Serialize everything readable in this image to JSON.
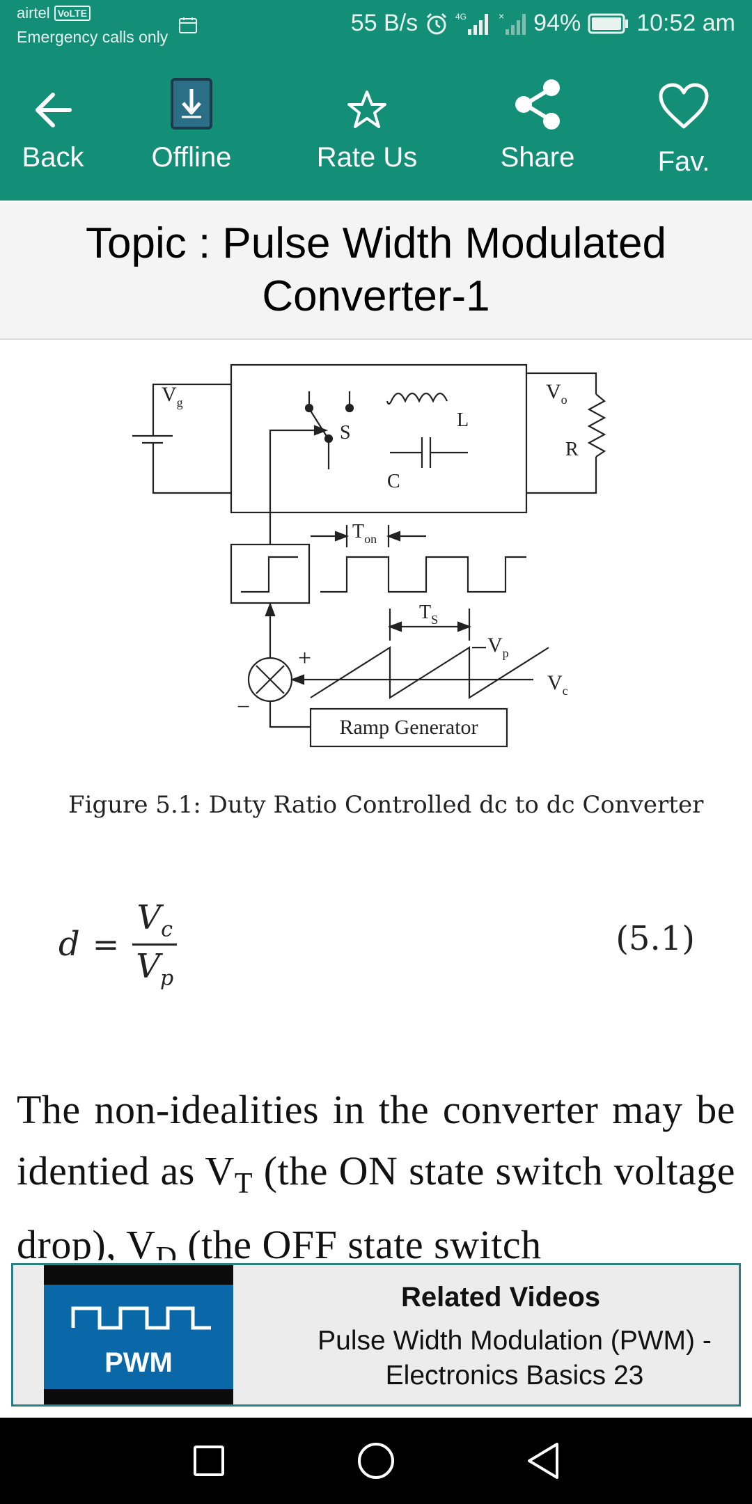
{
  "status_bar": {
    "carrier": "airtel",
    "volte_badge": "VoLTE",
    "emergency_text": "Emergency calls only",
    "network_speed": "55 B/s",
    "network_type": "4G",
    "battery": "94%",
    "time": "10:52 am",
    "icons": [
      "sim-card-icon",
      "alarm-icon",
      "signal-icon",
      "no-signal-icon",
      "battery-icon"
    ]
  },
  "toolbar": {
    "buttons": [
      {
        "label": "Back",
        "icon": "back-arrow-icon"
      },
      {
        "label": "Offline",
        "icon": "download-icon"
      },
      {
        "label": "Rate Us",
        "icon": "star-icon"
      },
      {
        "label": "Share",
        "icon": "share-icon"
      },
      {
        "label": "Fav.",
        "icon": "heart-icon"
      }
    ],
    "background_color": "#128f76"
  },
  "topic": {
    "title": "Topic : Pulse Width Modulated Converter-1"
  },
  "content": {
    "diagram": {
      "labels": {
        "vg_base": "V",
        "vg_sub": "g",
        "vo_base": "V",
        "vo_sub": "o",
        "switch": "S",
        "inductor": "L",
        "capacitor": "C",
        "resistor": "R",
        "ton_base": "T",
        "ton_sub": "on",
        "ts_base": "T",
        "ts_sub": "S",
        "vp_base": "V",
        "vp_sub": "p",
        "vc_base": "V",
        "vc_sub": "c",
        "plus": "+",
        "minus": "−",
        "ramp_generator": "Ramp Generator"
      }
    },
    "figure_caption": "Figure 5.1: Duty Ratio Controlled dc to dc Converter",
    "equation": {
      "lhs": "d",
      "equals": "=",
      "numerator_base": "V",
      "numerator_sub": "c",
      "denominator_base": "V",
      "denominator_sub": "p",
      "number": "(5.1)"
    },
    "paragraph": {
      "text_1": "The non-idealities in the converter may be identied as V",
      "sub_1": "T",
      "text_2": " (the ON state switch voltage drop), V",
      "sub_2": "D",
      "text_3": " (the OFF state switch"
    }
  },
  "related_videos": {
    "heading": "Related Videos",
    "video_title": "Pulse Width Modulation (PWM) - Electronics Basics 23",
    "thumbnail_text": "PWM"
  },
  "nav_bar": {
    "buttons": [
      "recent-apps-icon",
      "home-icon",
      "back-triangle-icon"
    ]
  }
}
